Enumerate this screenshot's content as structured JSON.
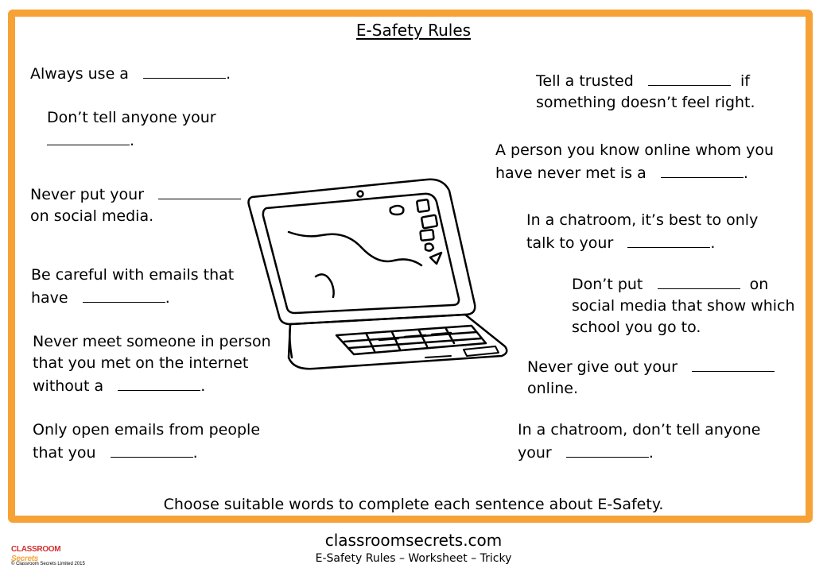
{
  "title": "E-Safety Rules",
  "left_sentences": [
    {
      "line1_pre": "Always use a",
      "line1_post": "."
    },
    {
      "line1_pre": "Don’t tell anyone your",
      "line2_post": "."
    },
    {
      "line1_pre": "Never put your",
      "line2": "on social media."
    },
    {
      "line1": "Be careful with emails that",
      "line2_pre": "have",
      "line2_post": "."
    },
    {
      "line1": "Never meet someone in person",
      "line2": "that you met on the internet",
      "line3_pre": "without a",
      "line3_post": "."
    },
    {
      "line1": "Only open emails from people",
      "line2_pre": "that you",
      "line2_post": "."
    }
  ],
  "right_sentences": [
    {
      "line1_pre": "Tell a trusted",
      "line1_post": "if",
      "line2": "something doesn’t feel right."
    },
    {
      "line1": "A person you know online whom you",
      "line2_pre": "have never met is a",
      "line2_post": "."
    },
    {
      "line1": "In a chatroom, it’s best to only",
      "line2_pre": "talk to your",
      "line2_post": "."
    },
    {
      "line1_pre": "Don’t put",
      "line1_post": "on",
      "line2": "social media that show which",
      "line3": "school you go to."
    },
    {
      "line1_pre": "Never give out your",
      "line2": "online."
    },
    {
      "line1": "In a chatroom, don’t tell anyone",
      "line2_pre": "your",
      "line2_post": "."
    }
  ],
  "instruction": "Choose suitable words to complete each sentence about E-Safety.",
  "footer": {
    "site": "classroomsecrets.com",
    "subtitle": "E-Safety Rules – Worksheet – Tricky",
    "logo_word1": "CLASSROOM",
    "logo_word2": "Secrets",
    "copyright": "© Classroom Secrets Limited 2015"
  },
  "colors": {
    "border": "#f7a236",
    "logo_red": "#d32f2f"
  },
  "illustration": "laptop-illustration"
}
